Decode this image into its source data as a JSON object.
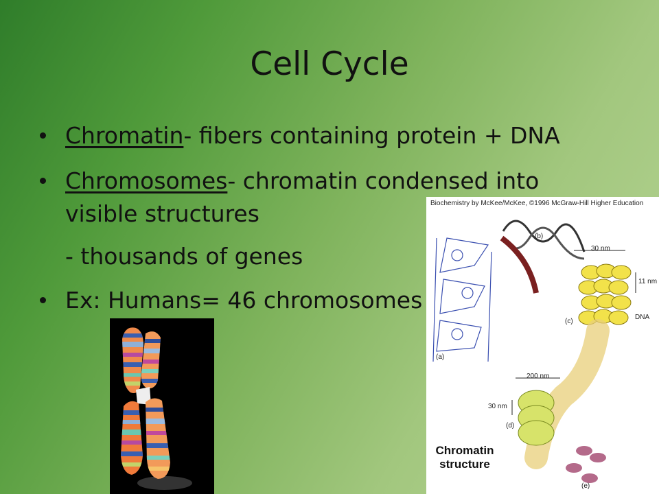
{
  "slide": {
    "title": "Cell Cycle",
    "bullets": [
      {
        "term": "Chromatin",
        "text": "- fibers containing protein + DNA"
      },
      {
        "term": "Chromosomes",
        "text": "- chromatin condensed into",
        "continuation": "visible structures"
      },
      {
        "sub": "- thousands of genes"
      },
      {
        "text": "Ex: Humans= 46 chromosomes"
      }
    ]
  },
  "figures": {
    "chromosome_image": {
      "icon": "chromosome-illustration"
    },
    "chromatin_diagram": {
      "header": "Biochemistry by McKee/McKee, ©1996 McGraw-Hill Higher Education",
      "labels": {
        "a": "(a)",
        "b": "(b)",
        "c": "(c)",
        "d": "(d)",
        "e": "(e)",
        "nm30_top": "30 nm",
        "nm11": "11 nm",
        "dna": "DNA",
        "nm200": "200 nm",
        "nm30_side": "30 nm"
      },
      "caption_line1": "Chromatin",
      "caption_line2": "structure"
    }
  }
}
